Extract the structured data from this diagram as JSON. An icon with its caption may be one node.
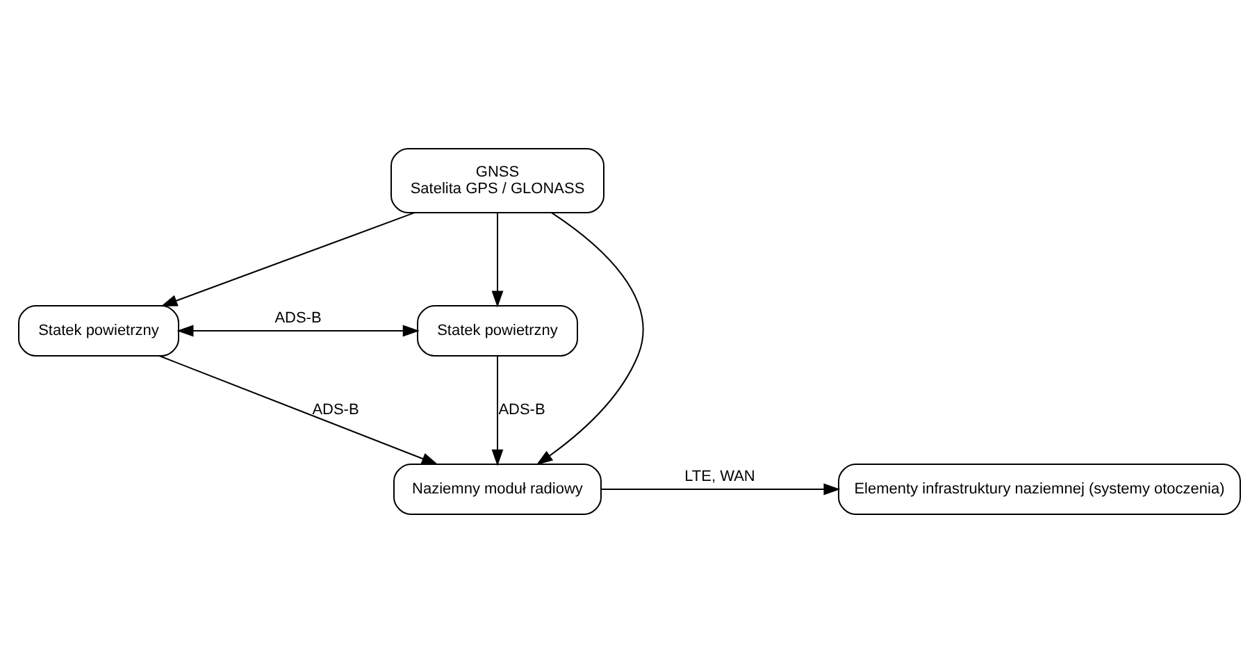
{
  "diagram": {
    "nodes": [
      {
        "text": [
          "GNSS",
          "Satelita GPS / GLONASS"
        ]
      },
      {
        "text": [
          "Statek powietrzny"
        ]
      },
      {
        "text": [
          "Statek powietrzny"
        ]
      },
      {
        "text": [
          "Naziemny moduł radiowy"
        ]
      },
      {
        "text": [
          "Elementy infrastruktury naziemnej (systemy otoczenia)"
        ]
      }
    ],
    "edges": [
      {
        "from": 0,
        "to": 1,
        "arrow": "to"
      },
      {
        "from": 0,
        "to": 2,
        "arrow": "to"
      },
      {
        "from": 0,
        "to": 3,
        "arrow": "to"
      },
      {
        "from": 1,
        "to": 2,
        "arrow": "both",
        "label": "ADS-B"
      },
      {
        "from": 1,
        "to": 3,
        "arrow": "to",
        "label": "ADS-B"
      },
      {
        "from": 2,
        "to": 3,
        "arrow": "to",
        "label": "ADS-B"
      },
      {
        "from": 3,
        "to": 4,
        "arrow": "to",
        "label": "LTE, WAN"
      }
    ]
  }
}
